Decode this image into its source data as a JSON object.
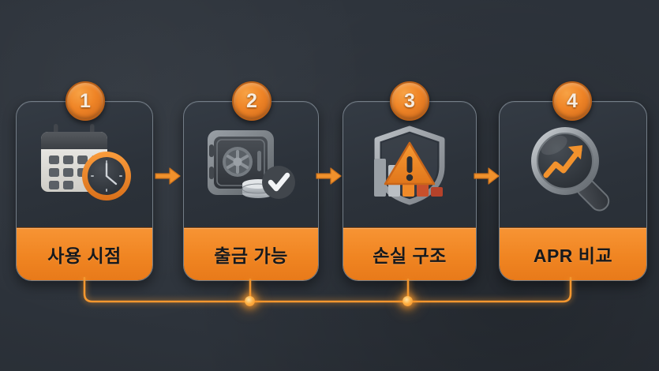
{
  "infographic": {
    "background_color": "#2e343c",
    "accent_color": "#f08522",
    "steps": [
      {
        "number": "1",
        "label": "사용 시점",
        "icon": "calendar-clock-icon",
        "badge_name": "step-badge-1"
      },
      {
        "number": "2",
        "label": "출금 가능",
        "icon": "safe-coins-check-icon",
        "badge_name": "step-badge-2"
      },
      {
        "number": "3",
        "label": "손실 구조",
        "icon": "shield-warning-declining-bars-icon",
        "badge_name": "step-badge-3"
      },
      {
        "number": "4",
        "label": "APR 비교",
        "icon": "magnifier-trend-up-icon",
        "badge_name": "step-badge-4"
      }
    ],
    "connectors": {
      "arrow_icon": "arrow-right-icon",
      "arrow_count": 3,
      "bus_dot_icon": "connector-node-dot",
      "bus_dot_count": 2
    }
  }
}
